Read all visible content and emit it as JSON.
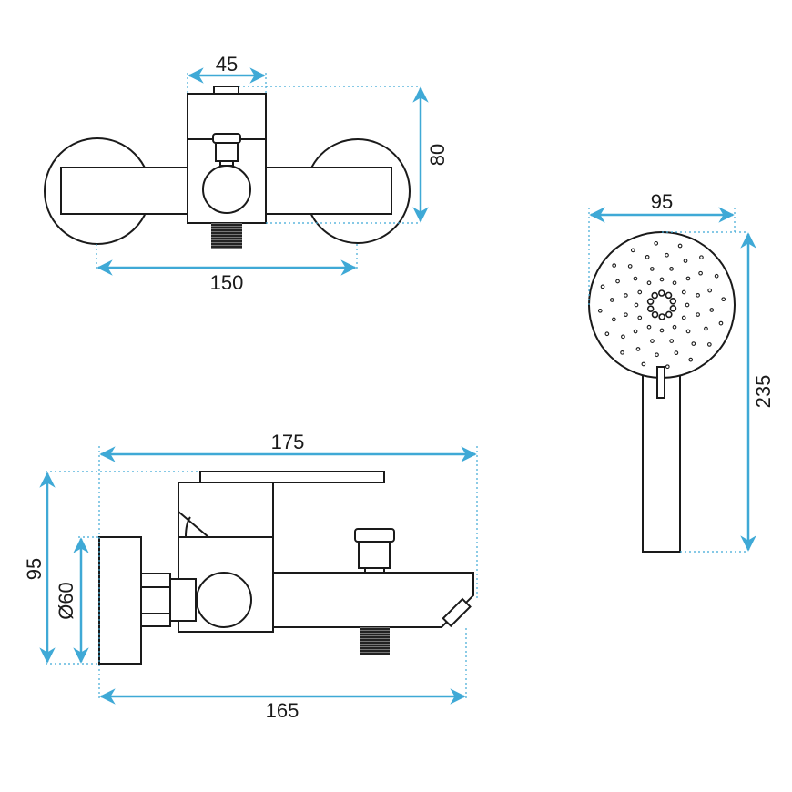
{
  "colors": {
    "dimension": "#3fa9d6",
    "outline": "#1a1a1a"
  },
  "top_view": {
    "width_label": "45",
    "height_label": "80",
    "spacing_label": "150"
  },
  "side_view": {
    "length_label": "175",
    "height_label": "95",
    "plate_diameter_label": "Ø60",
    "depth_label": "165"
  },
  "shower_head": {
    "diameter_label": "95",
    "length_label": "235"
  }
}
